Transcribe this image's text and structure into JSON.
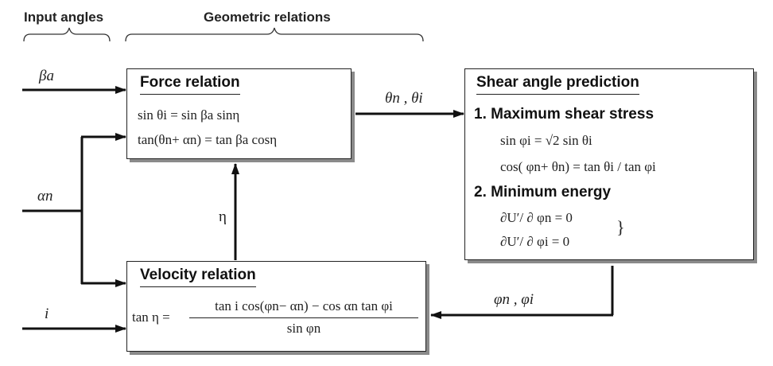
{
  "headers": {
    "input_angles": "Input angles",
    "geometric_relations": "Geometric relations"
  },
  "inputs": {
    "beta_a": "βa",
    "alpha_n": "αn",
    "i": "i"
  },
  "force_box": {
    "title": "Force relation",
    "eq1": "sin θi  =  sin βa sinη",
    "eq2": "tan(θn+ αn)  = tan βa cosη"
  },
  "velocity_box": {
    "title": "Velocity relation",
    "lhs": "tan η  =",
    "numerator": "tan i cos(φn− αn) − cos αn tan φi",
    "denominator": "sin φn"
  },
  "shear_box": {
    "title": "Shear angle prediction",
    "section1": "1. Maximum shear stress",
    "eq1": "sin φi  = √2  sin θi",
    "eq2": "cos( φn+ θn) =  tan θi  /  tan φi",
    "section2": "2. Minimum energy",
    "eq3": "∂U′/ ∂ φn   =   0",
    "eq4": "∂U′/ ∂ φi   =   0",
    "brace": "}"
  },
  "connectors": {
    "theta_label": "θn , θi",
    "eta_label": "η",
    "phi_label": "φn , φi"
  }
}
